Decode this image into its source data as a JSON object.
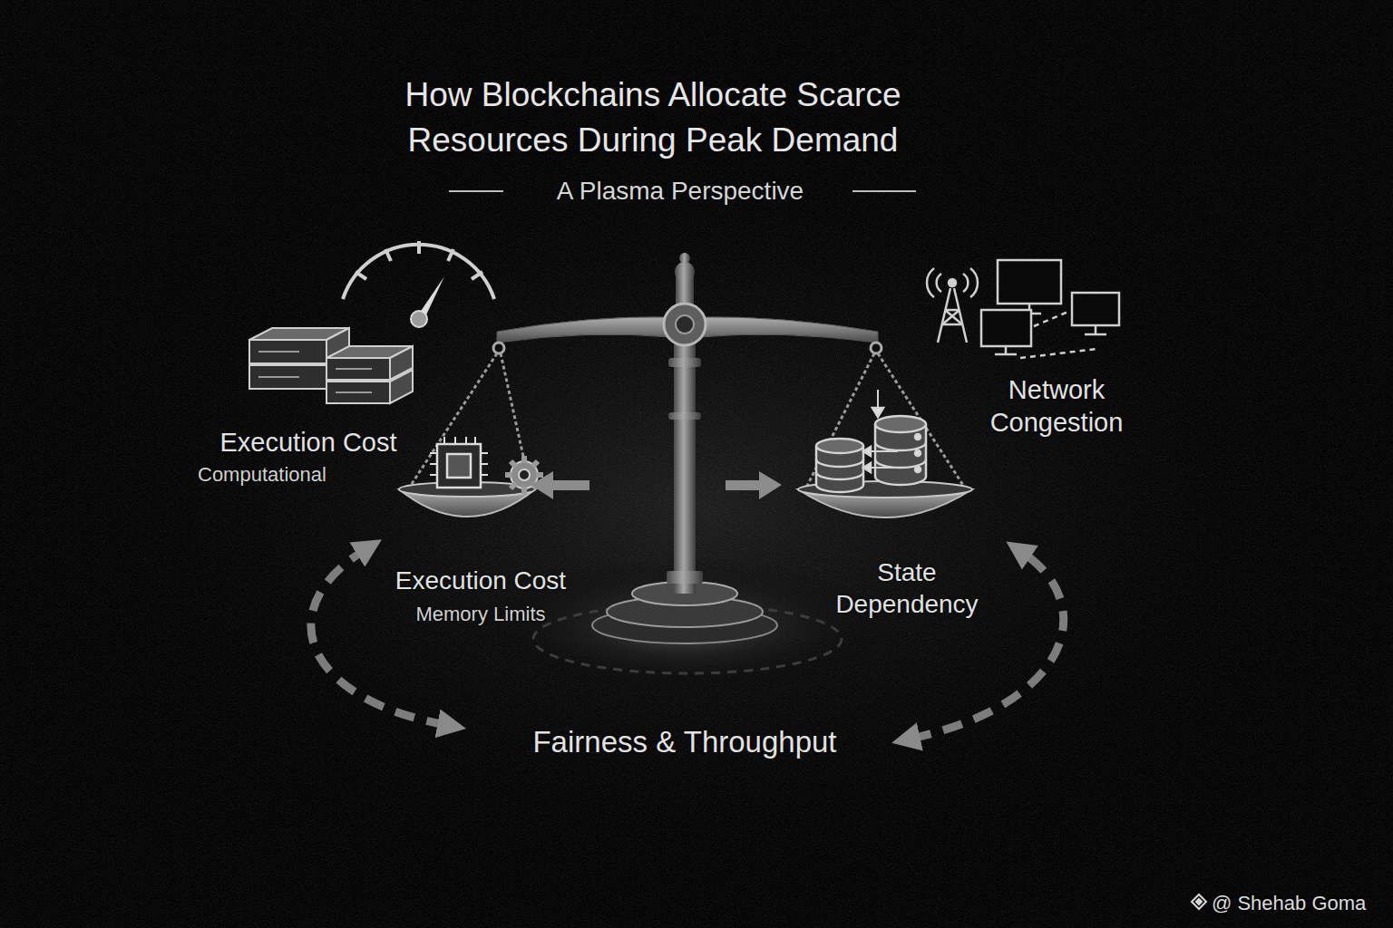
{
  "diagram": {
    "title": "How Blockchains Allocate Scarce Resources During Peak Demand",
    "labels": [
      "A Plasma Perspective",
      "Execution Cost",
      "Computational",
      "Network Congestion",
      "Execution Cost",
      "Memory Limits",
      "State Dependency",
      "Fairness & Throughput",
      "@ Shehab Goma"
    ]
  }
}
